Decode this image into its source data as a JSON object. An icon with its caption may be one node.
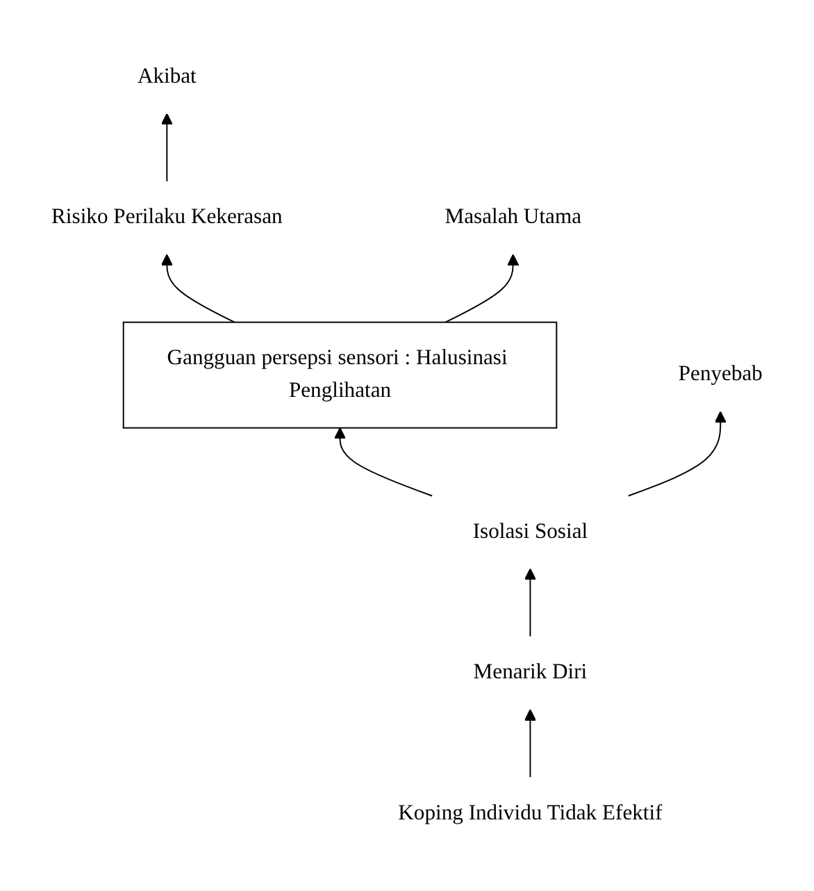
{
  "diagram": {
    "nodes": [
      {
        "text": [
          "Risiko Perilaku Kekerasan"
        ]
      },
      {
        "text": [
          "Akibat"
        ]
      },
      {
        "text": [
          "Gangguan persepsi sensori : Halusinasi Penglihatan"
        ]
      },
      {
        "text": [
          "Masalah Utama"
        ]
      },
      {
        "text": [
          "Isolasi Sosial"
        ]
      },
      {
        "text": [
          "Penyebab"
        ]
      },
      {
        "text": [
          "Menarik Diri"
        ]
      },
      {
        "text": [
          "Koping Individu Tidak Efektif"
        ]
      }
    ],
    "edges": [
      {
        "from": 0,
        "to": 1,
        "arrow": "to"
      },
      {
        "from": 2,
        "to": 0,
        "arrow": "to"
      },
      {
        "from": 2,
        "to": 3,
        "arrow": "to"
      },
      {
        "from": 4,
        "to": 2,
        "arrow": "to"
      },
      {
        "from": 4,
        "to": 5,
        "arrow": "to"
      },
      {
        "from": 6,
        "to": 4,
        "arrow": "to"
      },
      {
        "from": 7,
        "to": 6,
        "arrow": "to"
      }
    ]
  }
}
